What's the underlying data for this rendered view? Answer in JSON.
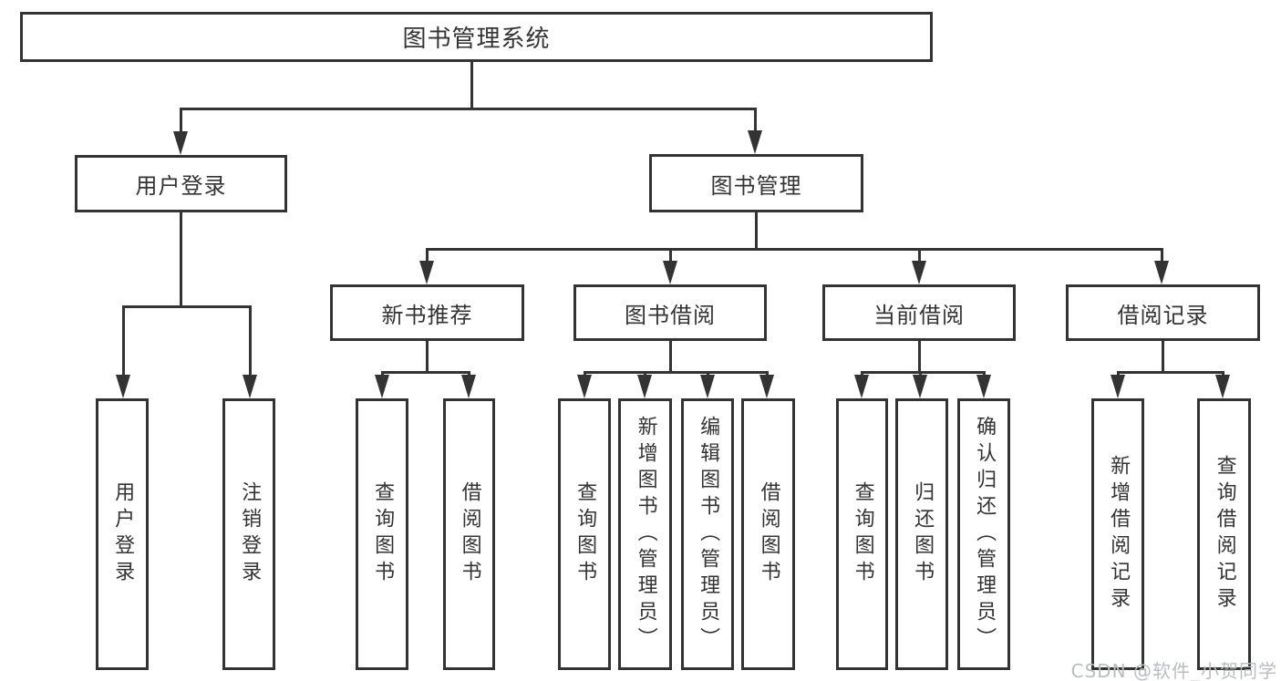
{
  "diagram": {
    "root": "图书管理系统",
    "user_login": "用户登录",
    "book_management": "图书管理",
    "new_book_recommend": "新书推荐",
    "book_borrow": "图书借阅",
    "current_borrow": "当前借阅",
    "borrow_records": "借阅记录",
    "leaves": {
      "user_login": [
        "用户登录",
        "注销登录"
      ],
      "new_book_recommend": [
        "查询图书",
        "借阅图书"
      ],
      "book_borrow": [
        "查询图书",
        "新增图书（管理员）",
        "编辑图书（管理员）",
        "借阅图书"
      ],
      "current_borrow": [
        "查询图书",
        "归还图书",
        "确认归还（管理员）"
      ],
      "borrow_records": [
        "新增借阅记录",
        "查询借阅记录"
      ]
    }
  },
  "watermark": "CSDN @软件_小贺同学",
  "colors": {
    "line": "#333333",
    "text": "#333333",
    "watermark": "#b9bdc2",
    "background": "#ffffff"
  }
}
